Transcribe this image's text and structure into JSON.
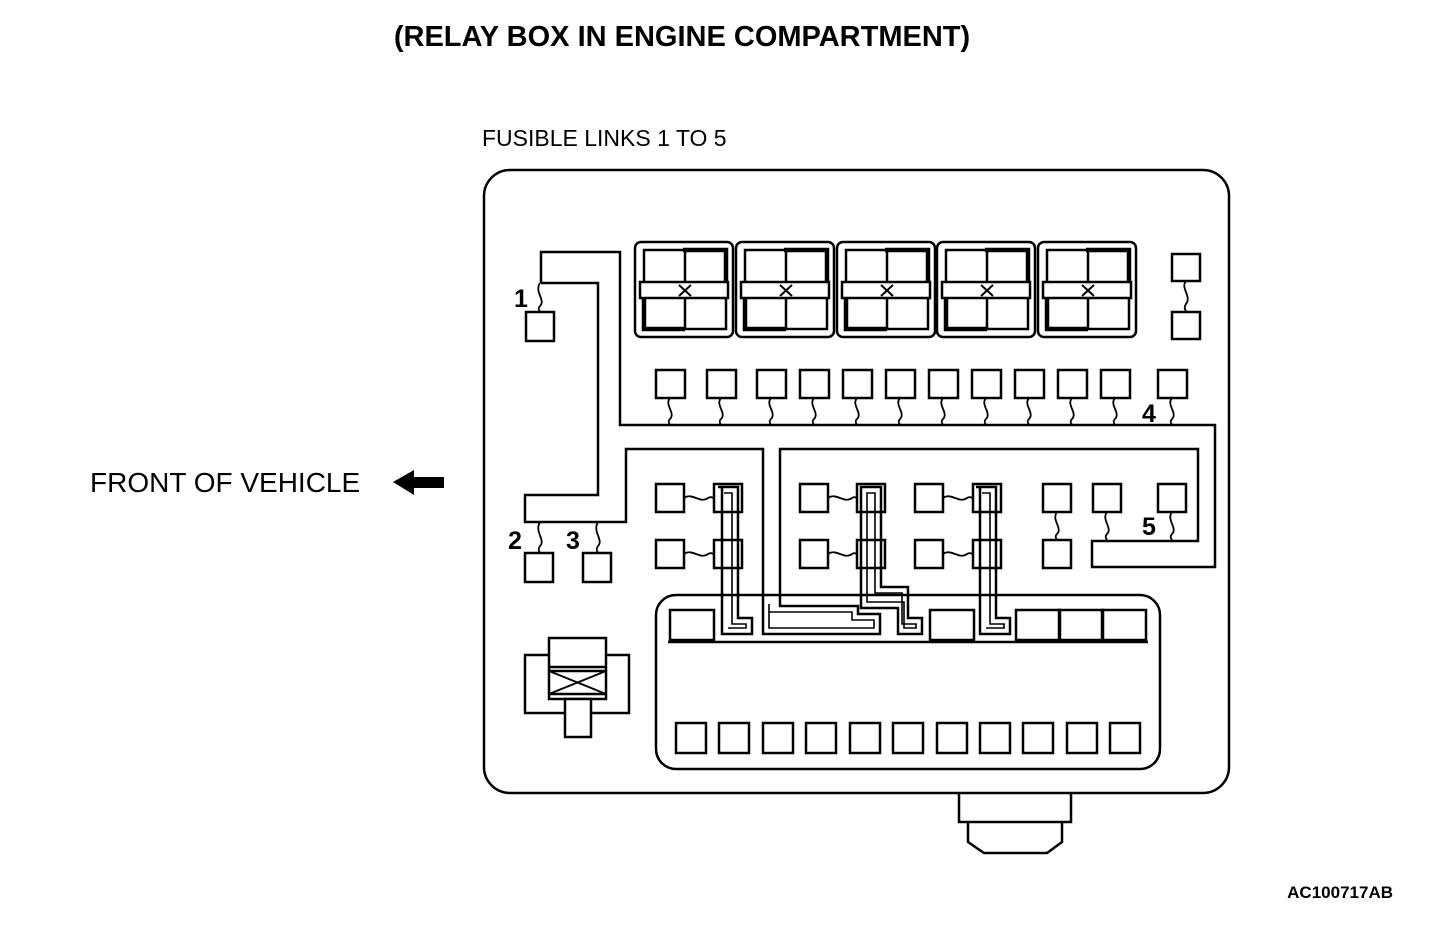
{
  "diagram": {
    "title": "(RELAY BOX IN ENGINE COMPARTMENT)",
    "fusible_label": "FUSIBLE LINKS 1 TO 5",
    "front_label": "FRONT OF VEHICLE",
    "figure_code": "AC100717AB",
    "link_numbers": [
      "1",
      "2",
      "3",
      "4",
      "5"
    ]
  },
  "colors": {
    "line": "#000000",
    "background": "#ffffff"
  }
}
